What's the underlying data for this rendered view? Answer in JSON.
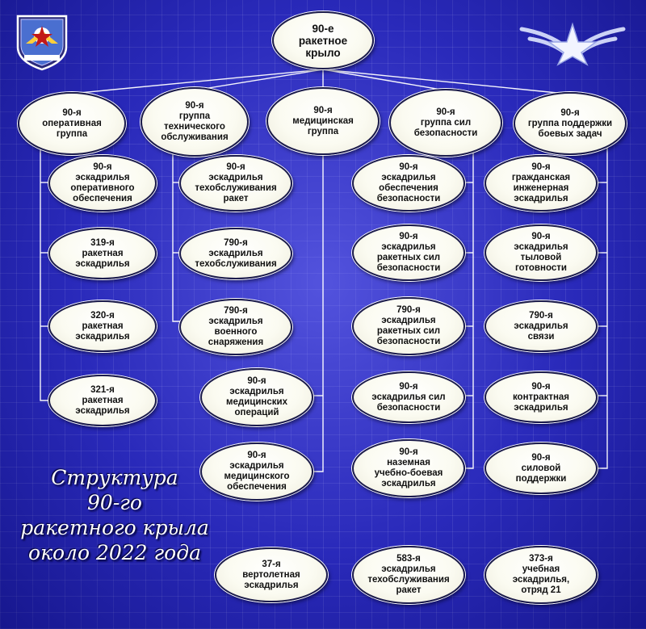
{
  "diagram": {
    "root": "90-е\nракетное\nкрыло",
    "groups": {
      "operations": "90-я\nоперативная\nгруппа",
      "maintenance": "90-я\nгруппа\nтехнического\nобслуживания",
      "medical": "90-я\nмедицинская\nгруппа",
      "security": "90-я\nгруппа сил\nбезопасности",
      "support": "90-я\nгруппа поддержки\nбоевых задач"
    },
    "squadrons": {
      "ops_support": "90-я\nэскадрилья\nоперативного\nобеспечения",
      "ms319": "319-я\nракетная\nэскадрилья",
      "ms320": "320-я\nракетная\nэскадрилья",
      "ms321": "321-я\nракетная\nэскадрилья",
      "missile_maint": "90-я\nэскадрилья\nтехобслуживания\nракет",
      "maint790": "790-я\nэскадрилья\nтехобслуживания",
      "munitions790": "790-я\nэскадрилья\nвоенного\nснаряжения",
      "med_ops": "90-я\nэскадрилья\nмедицинских\nопераций",
      "med_support": "90-я\nэскадрилья\nмедицинского\nобеспечения",
      "security_sq": "90-я\nэскадрилья\nобеспечения\nбезопасности",
      "missile_security90": "90-я\nэскадрилья\nракетных сил\nбезопасности",
      "missile_security790": "790-я\nэскадрилья\nракетных сил\nбезопасности",
      "security_forces": "90-я\nэскадрилья сил\nбезопасности",
      "ground_combat_training": "90-я\nназемная\nучебно-боевая\nэскадрилья",
      "civil_engineer": "90-я\nгражданская\nинженерная\nэскадрилья",
      "logistics": "90-я\nэскадрилья\nтыловой\nготовности",
      "comm790": "790-я\nэскадрилья\nсвязи",
      "contracting": "90-я\nконтрактная\nэскадрилья",
      "force_support": "90-я\nсиловой\nподдержки"
    },
    "attached": {
      "helicopter": "37-я\nвертолетная\nэскадрилья",
      "missile_maint583": "583-я\nэскадрилья\nтехобслуживания\nракет",
      "training373": "373-я\nучебная\nэскадрилья,\nотряд 21"
    }
  },
  "caption": "Структура\n90-го\nракетного крыла\nоколо 2022 года",
  "colors": {
    "background": "#2626b4",
    "node_fill": "#fbfbf1",
    "node_border": "#1b1b4a",
    "connector": "#ffffff",
    "caption_text": "#ffffff"
  },
  "icons": [
    "wing-emblem-icon",
    "winged-star-icon"
  ]
}
